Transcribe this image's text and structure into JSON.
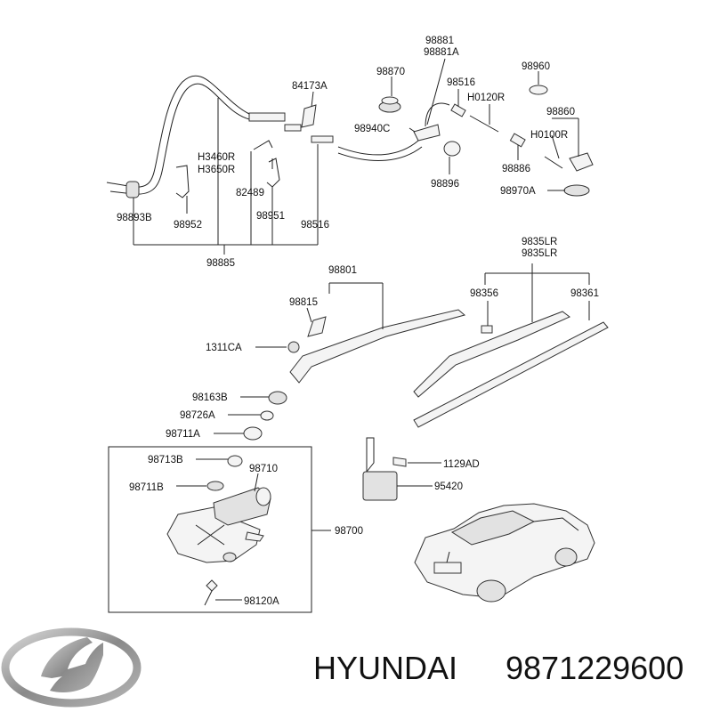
{
  "brand": "HYUNDAI",
  "part_number": "9871229600",
  "part_labels": {
    "p98881": "98881",
    "p98881A": "98881A",
    "p98870": "98870",
    "p98516_top": "98516",
    "p98960": "98960",
    "p84173A": "84173A",
    "pH0120R": "H0120R",
    "p98860": "98860",
    "p98940C": "98940C",
    "pH0100R": "H0100R",
    "pH3460R": "H3460R",
    "pH3650R": "H3650R",
    "p98886": "98886",
    "p98896": "98896",
    "p82489": "82489",
    "p98970A": "98970A",
    "p98893B": "98893B",
    "p98952": "98952",
    "p98951": "98951",
    "p98516_left": "98516",
    "p98885": "98885",
    "p9835LR_a": "9835LR",
    "p9835LR_b": "9835LR",
    "p98801": "98801",
    "p98815": "98815",
    "p98356": "98356",
    "p98361": "98361",
    "p1311CA": "1311CA",
    "p98163B": "98163B",
    "p98726A": "98726A",
    "p98711A": "98711A",
    "p98713B": "98713B",
    "p98710": "98710",
    "p1129AD": "1129AD",
    "p98711B": "98711B",
    "p95420": "95420",
    "p98700": "98700",
    "p98120A": "98120A"
  },
  "colors": {
    "line": "#222222",
    "text": "#111111",
    "logo": "#8a8a8a"
  },
  "icons": [
    "hyundai-logo",
    "car-illustration"
  ]
}
